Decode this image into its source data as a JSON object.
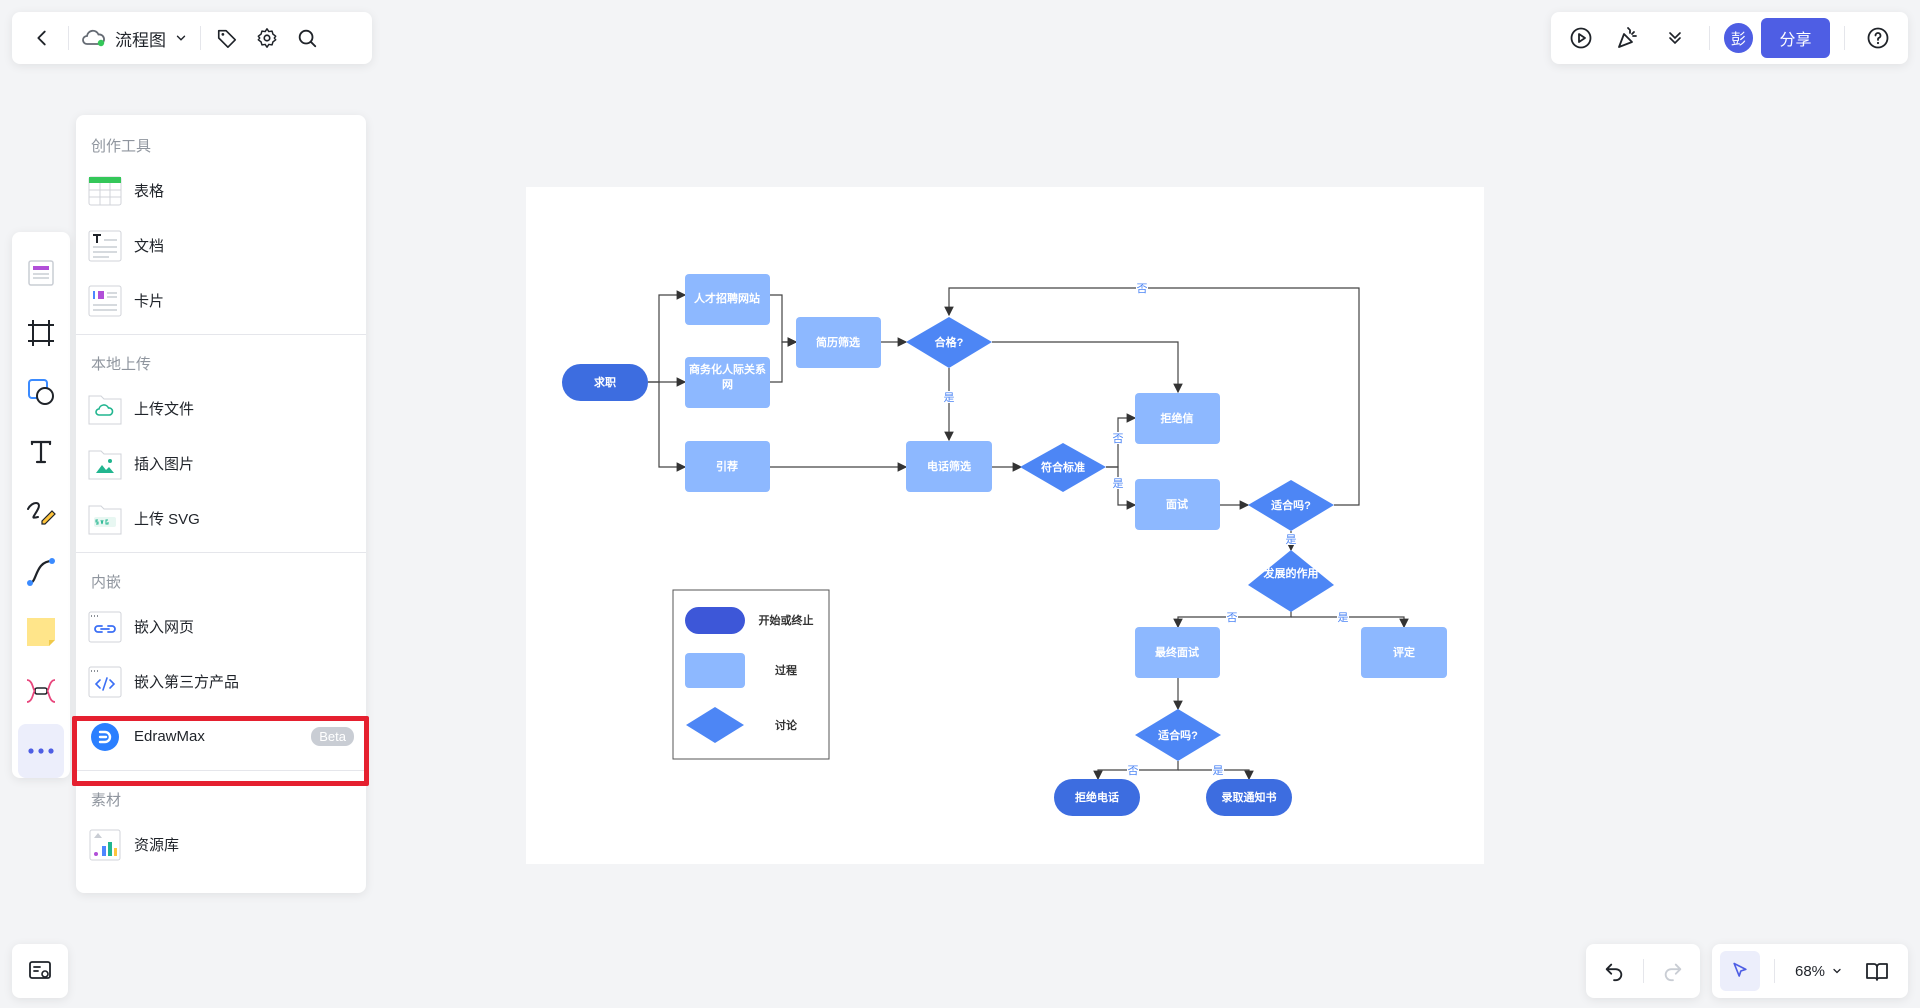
{
  "toolbar": {
    "doc_title": "流程图",
    "share_label": "分享",
    "avatar_text": "彭"
  },
  "menu": {
    "sections": [
      {
        "title": "创作工具",
        "items": [
          {
            "label": "表格"
          },
          {
            "label": "文档"
          },
          {
            "label": "卡片"
          }
        ]
      },
      {
        "title": "本地上传",
        "items": [
          {
            "label": "上传文件"
          },
          {
            "label": "插入图片"
          },
          {
            "label": "上传 SVG"
          }
        ]
      },
      {
        "title": "内嵌",
        "items": [
          {
            "label": "嵌入网页"
          },
          {
            "label": "嵌入第三方产品"
          },
          {
            "label": "EdrawMax",
            "badge": "Beta"
          }
        ]
      },
      {
        "title": "素材",
        "items": [
          {
            "label": "资源库"
          }
        ]
      }
    ]
  },
  "zoom": {
    "level": "68%"
  },
  "flowchart": {
    "nodes": {
      "qiuzhi": "求职",
      "rencai": "人才招聘网站",
      "shangwu": "商务化人际关系网",
      "yinjian": "引荐",
      "jianli": "简历筛选",
      "hege": "合格?",
      "dianhua": "电话筛选",
      "fuhe": "符合标准",
      "jujuexin": "拒绝信",
      "mianshi": "面试",
      "shihe1": "适合吗?",
      "fazhan": "发展的作用",
      "zuizhong": "最终面试",
      "pingding": "评定",
      "shihe2": "适合吗?",
      "jujuedianhua": "拒绝电话",
      "luqu": "录取通知书"
    },
    "edge_labels": {
      "yes": "是",
      "no": "否"
    },
    "legend": {
      "start_end": "开始或终止",
      "process": "过程",
      "decision": "讨论"
    }
  },
  "colors": {
    "accent": "#4e5ee4",
    "terminator": "#3d6de0",
    "process": "#8db8ff",
    "decision": "#4d86f5",
    "highlight": "#e5202f"
  }
}
